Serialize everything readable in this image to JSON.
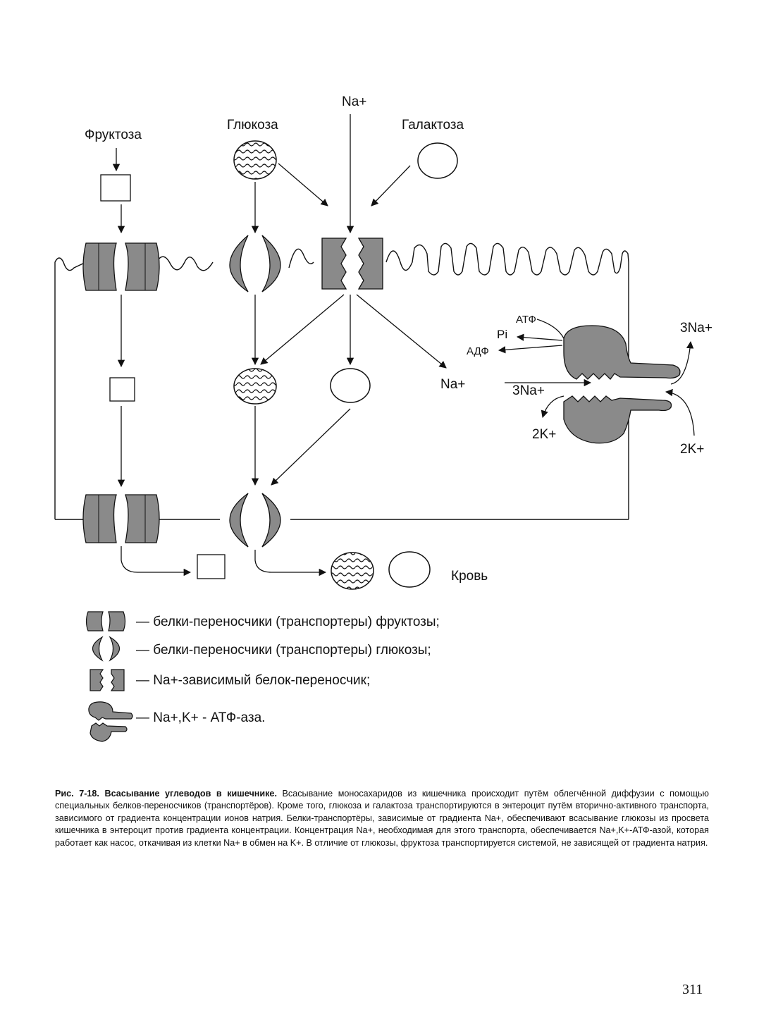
{
  "labels": {
    "na_top": "Na+",
    "fructose": "Фруктоза",
    "glucose": "Глюкоза",
    "galactose": "Галактоза",
    "atp": "АТФ",
    "pi": "Pi",
    "adp": "АДФ",
    "na_right": "Na+",
    "three_na_in": "3Na+",
    "three_na_out": "3Na+",
    "two_k_in": "2K+",
    "two_k_out": "2K+",
    "blood": "Кровь"
  },
  "legend": [
    {
      "text": "— белки-переносчики (транспортеры) фруктозы;",
      "icon": "fructose-transporter-icon"
    },
    {
      "text": "— белки-переносчики (транспортеры) глюкозы;",
      "icon": "glucose-transporter-icon"
    },
    {
      "text": "— Na+-зависимый белок-переносчик;",
      "icon": "na-cotransporter-icon"
    },
    {
      "text": "— Na+,K+ - АТФ-аза.",
      "icon": "na-k-atpase-icon"
    }
  ],
  "caption": {
    "title": "Рис. 7-18. Всасывание углеводов в кишечнике.",
    "body": " Всасывание моносахаридов из кишечника происходит путём облегчённой диффузии с помощью специальных белков-переносчиков (транспортёров). Кроме того, глюкоза и галактоза транспортируются в энтероцит путём вторично-активного транспорта, зависимого от градиента концентрации ионов натрия. Белки-транспортёры, зависимые от градиента Na+, обеспечивают всасывание глюкозы из просвета кишечника в энтероцит против градиента концентрации. Концентрация Na+, необходимая для этого транспорта, обеспечивается Na+,K+-АТФ-азой, которая работает как насос, откачивая из клетки Na+ в обмен на K+. В отличие от глюкозы, фруктоза транспортируется системой, не зависящей от градиента натрия."
  },
  "page_number": "311",
  "colors": {
    "protein": "#8a8a8a",
    "line": "#111111"
  }
}
